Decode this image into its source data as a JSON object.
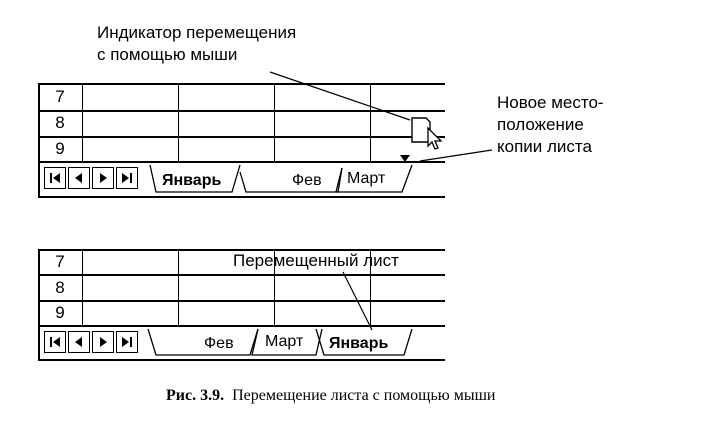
{
  "top_panel": {
    "annotation_indicator_line1": "Индикатор перемещения",
    "annotation_indicator_line2": "с помощью мыши",
    "annotation_new_location_line1": "Новое место-",
    "annotation_new_location_line2": "положение",
    "annotation_new_location_line3": "копии листа",
    "rows": [
      "7",
      "8",
      "9"
    ],
    "tabs": [
      {
        "label": "Январь",
        "active": true
      },
      {
        "label": "Фев",
        "active": false
      },
      {
        "label": "Март",
        "active": false
      }
    ]
  },
  "bottom_panel": {
    "annotation_moved_sheet": "Перемещенный лист",
    "rows": [
      "7",
      "8",
      "9"
    ],
    "tabs": [
      {
        "label": "Фев",
        "active": false
      },
      {
        "label": "Март",
        "active": false
      },
      {
        "label": "Январь",
        "active": true
      }
    ]
  },
  "nav_buttons": [
    "first-sheet",
    "previous-sheet",
    "next-sheet",
    "last-sheet"
  ],
  "caption": {
    "label": "Рис. 3.9.",
    "text": "Перемещение листа с помощью мыши"
  }
}
